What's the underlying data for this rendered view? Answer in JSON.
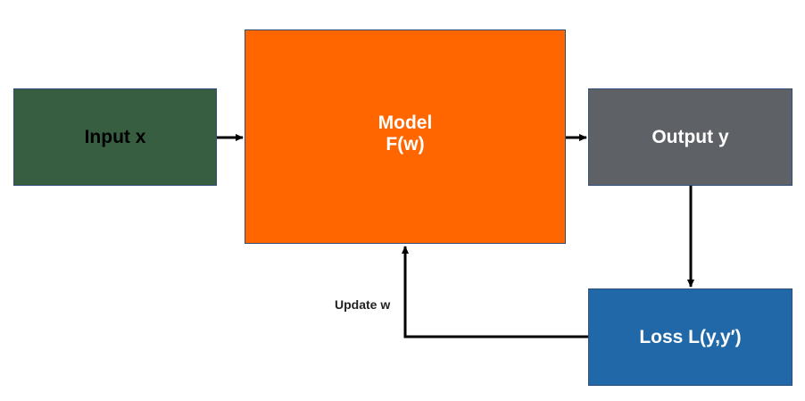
{
  "nodes": {
    "input": {
      "label": "Input x",
      "color": "#385e42"
    },
    "model": {
      "line1": "Model",
      "line2": "F(w)",
      "color": "#ff6600"
    },
    "output": {
      "label": "Output y",
      "color": "#5e6166"
    },
    "loss": {
      "label": "Loss L(y,y′)",
      "color": "#2168a8"
    }
  },
  "edges": {
    "update_label": "Update w"
  },
  "colors": {
    "arrow": "#000000",
    "border": "#2f4f7a"
  }
}
